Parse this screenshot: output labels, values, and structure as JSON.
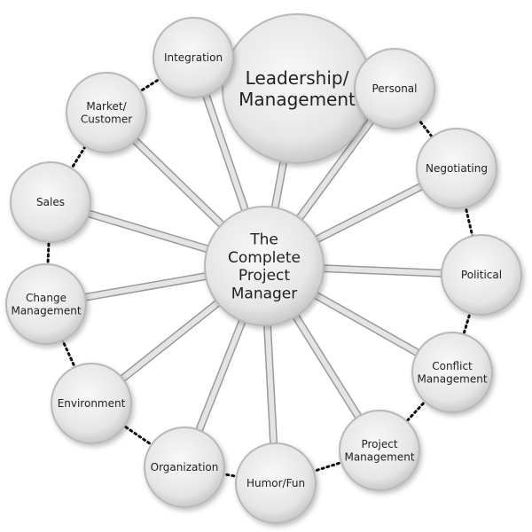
{
  "center": {
    "lines": [
      "The",
      "Complete",
      "Project",
      "Manager"
    ]
  },
  "nodes": [
    {
      "id": "leadership",
      "lines": [
        "Leadership/",
        "Management"
      ]
    },
    {
      "id": "personal",
      "lines": [
        "Personal"
      ]
    },
    {
      "id": "negotiating",
      "lines": [
        "Negotiating"
      ]
    },
    {
      "id": "political",
      "lines": [
        "Political"
      ]
    },
    {
      "id": "conflict",
      "lines": [
        "Conflict",
        "Management"
      ]
    },
    {
      "id": "project",
      "lines": [
        "Project",
        "Management"
      ]
    },
    {
      "id": "humor",
      "lines": [
        "Humor/Fun"
      ]
    },
    {
      "id": "organization",
      "lines": [
        "Organization"
      ]
    },
    {
      "id": "environment",
      "lines": [
        "Environment"
      ]
    },
    {
      "id": "change",
      "lines": [
        "Change",
        "Management"
      ]
    },
    {
      "id": "sales",
      "lines": [
        "Sales"
      ]
    },
    {
      "id": "market",
      "lines": [
        "Market/",
        "Customer"
      ]
    },
    {
      "id": "integration",
      "lines": [
        "Integration"
      ]
    }
  ],
  "colors": {
    "fill": "#ececec",
    "stroke": "#b8b8b8",
    "spoke": "#c8c8c8",
    "text": "#222222"
  }
}
